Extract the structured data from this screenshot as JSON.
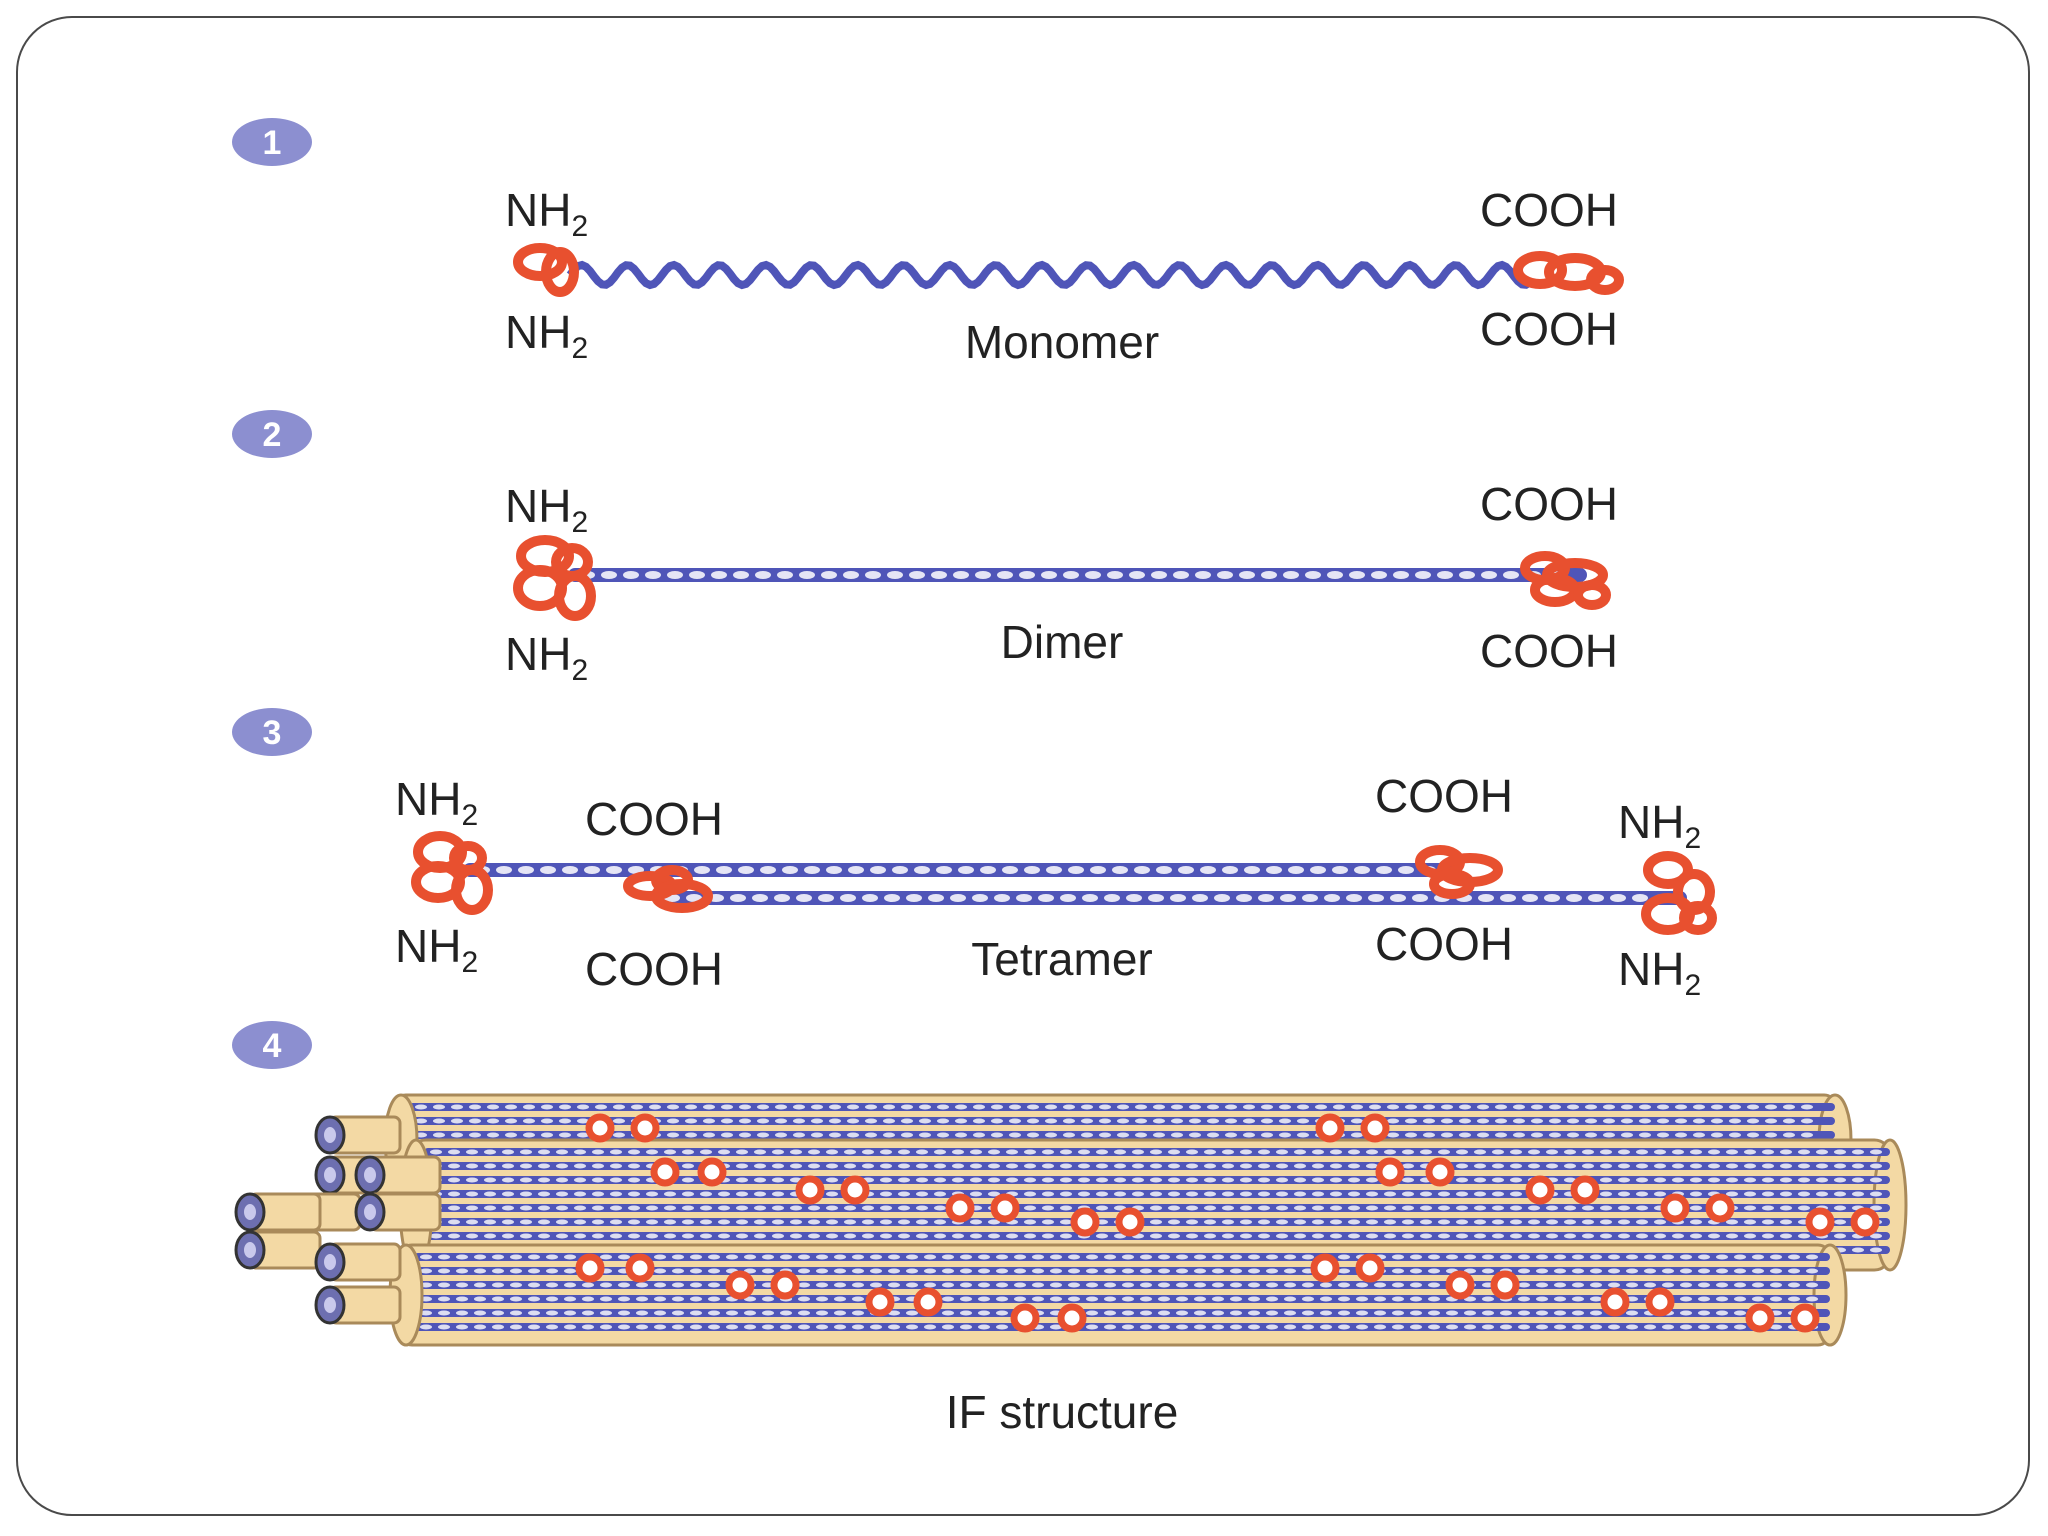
{
  "colors": {
    "chain": "#4f55b8",
    "head": "#e8502f",
    "cylinder": "#f3d9a4",
    "cylinder_outline": "#a98a5a",
    "step_badge": "#8c8fd0"
  },
  "steps": [
    {
      "number": "1",
      "caption": "Monomer",
      "left_top": "NH",
      "left_top_sub": "2",
      "left_bottom": "NH",
      "left_bottom_sub": "2",
      "right_top": "COOH",
      "right_bottom": "COOH"
    },
    {
      "number": "2",
      "caption": "Dimer",
      "left_top": "NH",
      "left_top_sub": "2",
      "left_bottom": "NH",
      "left_bottom_sub": "2",
      "right_top": "COOH",
      "right_bottom": "COOH"
    },
    {
      "number": "3",
      "caption": "Tetramer",
      "far_left_top": "NH",
      "far_left_top_sub": "2",
      "far_left_bottom": "NH",
      "far_left_bottom_sub": "2",
      "inner_left_top": "COOH",
      "inner_left_bottom": "COOH",
      "inner_right_top": "COOH",
      "inner_right_bottom": "COOH",
      "far_right_top": "NH",
      "far_right_top_sub": "2",
      "far_right_bottom": "NH",
      "far_right_bottom_sub": "2"
    },
    {
      "number": "4",
      "caption": "IF structure"
    }
  ]
}
